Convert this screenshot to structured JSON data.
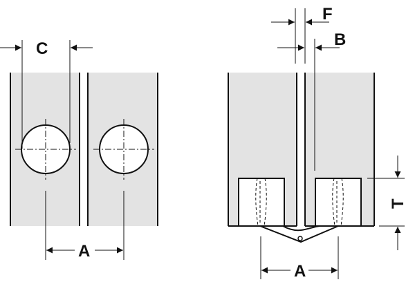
{
  "labels": {
    "c": "C",
    "a_left": "A",
    "f": "F",
    "b": "B",
    "t": "T",
    "a_right": "A"
  },
  "colors": {
    "panel_fill": "#e3e3e3",
    "line": "#111111",
    "white": "#ffffff"
  }
}
